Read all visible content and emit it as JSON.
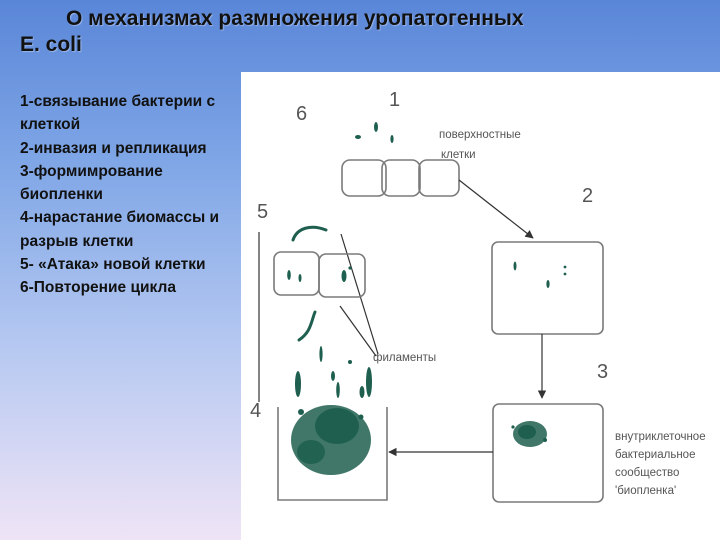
{
  "slide": {
    "title_line1": "О механизмах размножения уропатогенных",
    "title_line2": "E. coli",
    "steps": [
      "1-связывание бактерии с клеткой",
      "2-инвазия и репликация",
      "3-формимрование биопленки",
      "4-нарастание биомассы и разрыв клетки",
      "5- «Атака» новой клетки",
      "6-Повторение цикла"
    ]
  },
  "diagram": {
    "numbers": [
      "1",
      "2",
      "3",
      "4",
      "5",
      "6"
    ],
    "label_surface_line1": "поверхностные",
    "label_surface_line2": "клетки",
    "label_filaments": "филаменты",
    "label_community_lines": [
      "внутриклеточное",
      "бактериальное",
      "сообщество",
      "'биопленка'"
    ],
    "colors": {
      "bacteria": "#1f5f4f",
      "outline": "#7a7a7a",
      "arrow": "#333333"
    }
  }
}
